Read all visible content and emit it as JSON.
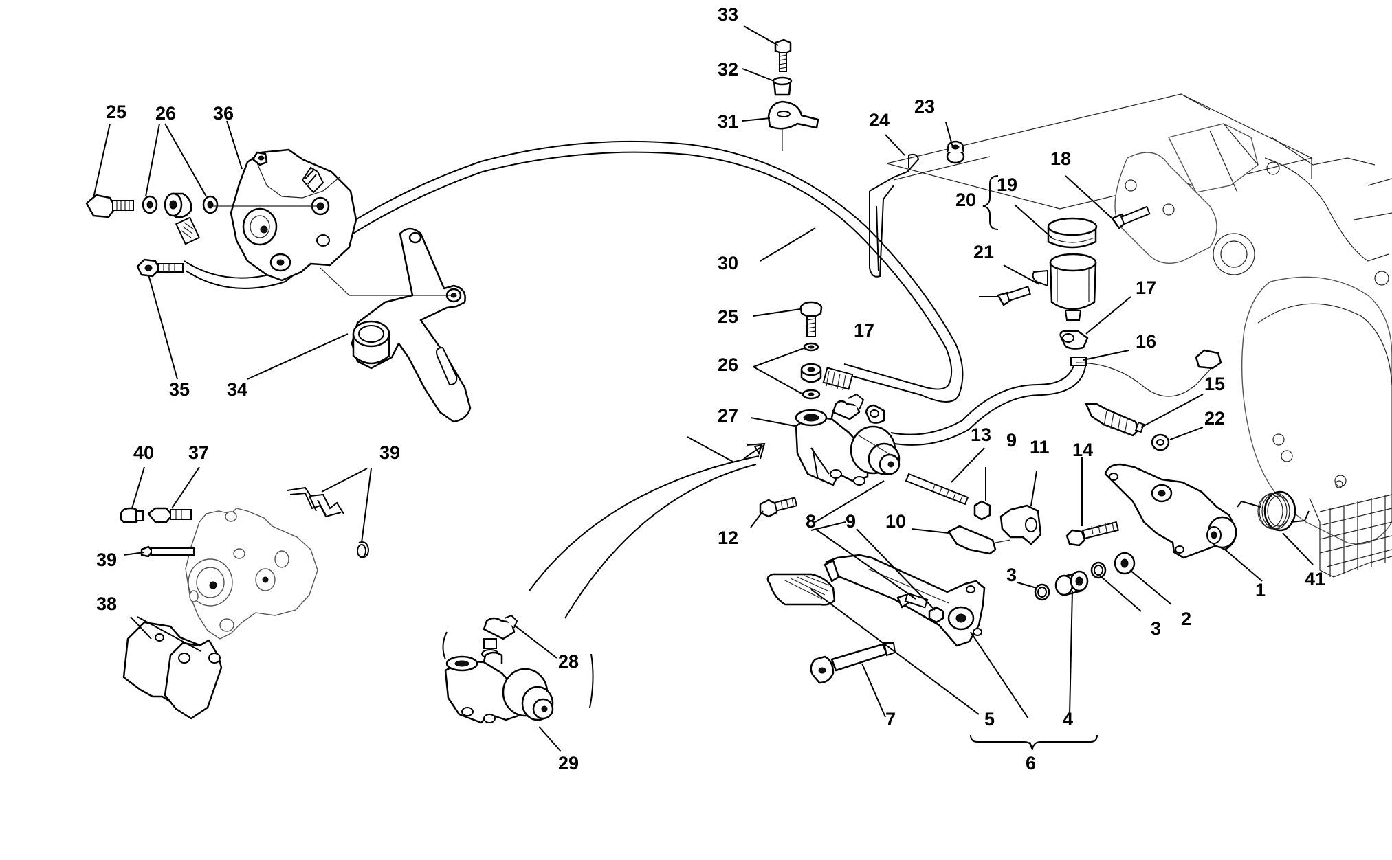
{
  "callouts": [
    {
      "id": "c33",
      "text": "33"
    },
    {
      "id": "c32",
      "text": "32"
    },
    {
      "id": "c31",
      "text": "31"
    },
    {
      "id": "c24",
      "text": "24"
    },
    {
      "id": "c23",
      "text": "23"
    },
    {
      "id": "c18",
      "text": "18"
    },
    {
      "id": "c20",
      "text": "20"
    },
    {
      "id": "c19",
      "text": "19"
    },
    {
      "id": "c21",
      "text": "21"
    },
    {
      "id": "c17a",
      "text": "17"
    },
    {
      "id": "c16",
      "text": "16"
    },
    {
      "id": "c17b",
      "text": "17"
    },
    {
      "id": "c15",
      "text": "15"
    },
    {
      "id": "c22",
      "text": "22"
    },
    {
      "id": "c30",
      "text": "30"
    },
    {
      "id": "c25a",
      "text": "25"
    },
    {
      "id": "c26a",
      "text": "26"
    },
    {
      "id": "c36",
      "text": "36"
    },
    {
      "id": "c35",
      "text": "35"
    },
    {
      "id": "c34",
      "text": "34"
    },
    {
      "id": "c25b",
      "text": "25"
    },
    {
      "id": "c26b",
      "text": "26"
    },
    {
      "id": "c27",
      "text": "27"
    },
    {
      "id": "c13",
      "text": "13"
    },
    {
      "id": "c9a",
      "text": "9"
    },
    {
      "id": "c11",
      "text": "11"
    },
    {
      "id": "c14",
      "text": "14"
    },
    {
      "id": "c12",
      "text": "12"
    },
    {
      "id": "c8",
      "text": "8"
    },
    {
      "id": "c9b",
      "text": "9"
    },
    {
      "id": "c10",
      "text": "10"
    },
    {
      "id": "c3a",
      "text": "3"
    },
    {
      "id": "c3b",
      "text": "3"
    },
    {
      "id": "c2",
      "text": "2"
    },
    {
      "id": "c1",
      "text": "1"
    },
    {
      "id": "c41",
      "text": "41"
    },
    {
      "id": "c40",
      "text": "40"
    },
    {
      "id": "c37",
      "text": "37"
    },
    {
      "id": "c39a",
      "text": "39"
    },
    {
      "id": "c39b",
      "text": "39"
    },
    {
      "id": "c38",
      "text": "38"
    },
    {
      "id": "c28",
      "text": "28"
    },
    {
      "id": "c29",
      "text": "29"
    },
    {
      "id": "c7",
      "text": "7"
    },
    {
      "id": "c5",
      "text": "5"
    },
    {
      "id": "c4",
      "text": "4"
    },
    {
      "id": "c6",
      "text": "6"
    }
  ]
}
